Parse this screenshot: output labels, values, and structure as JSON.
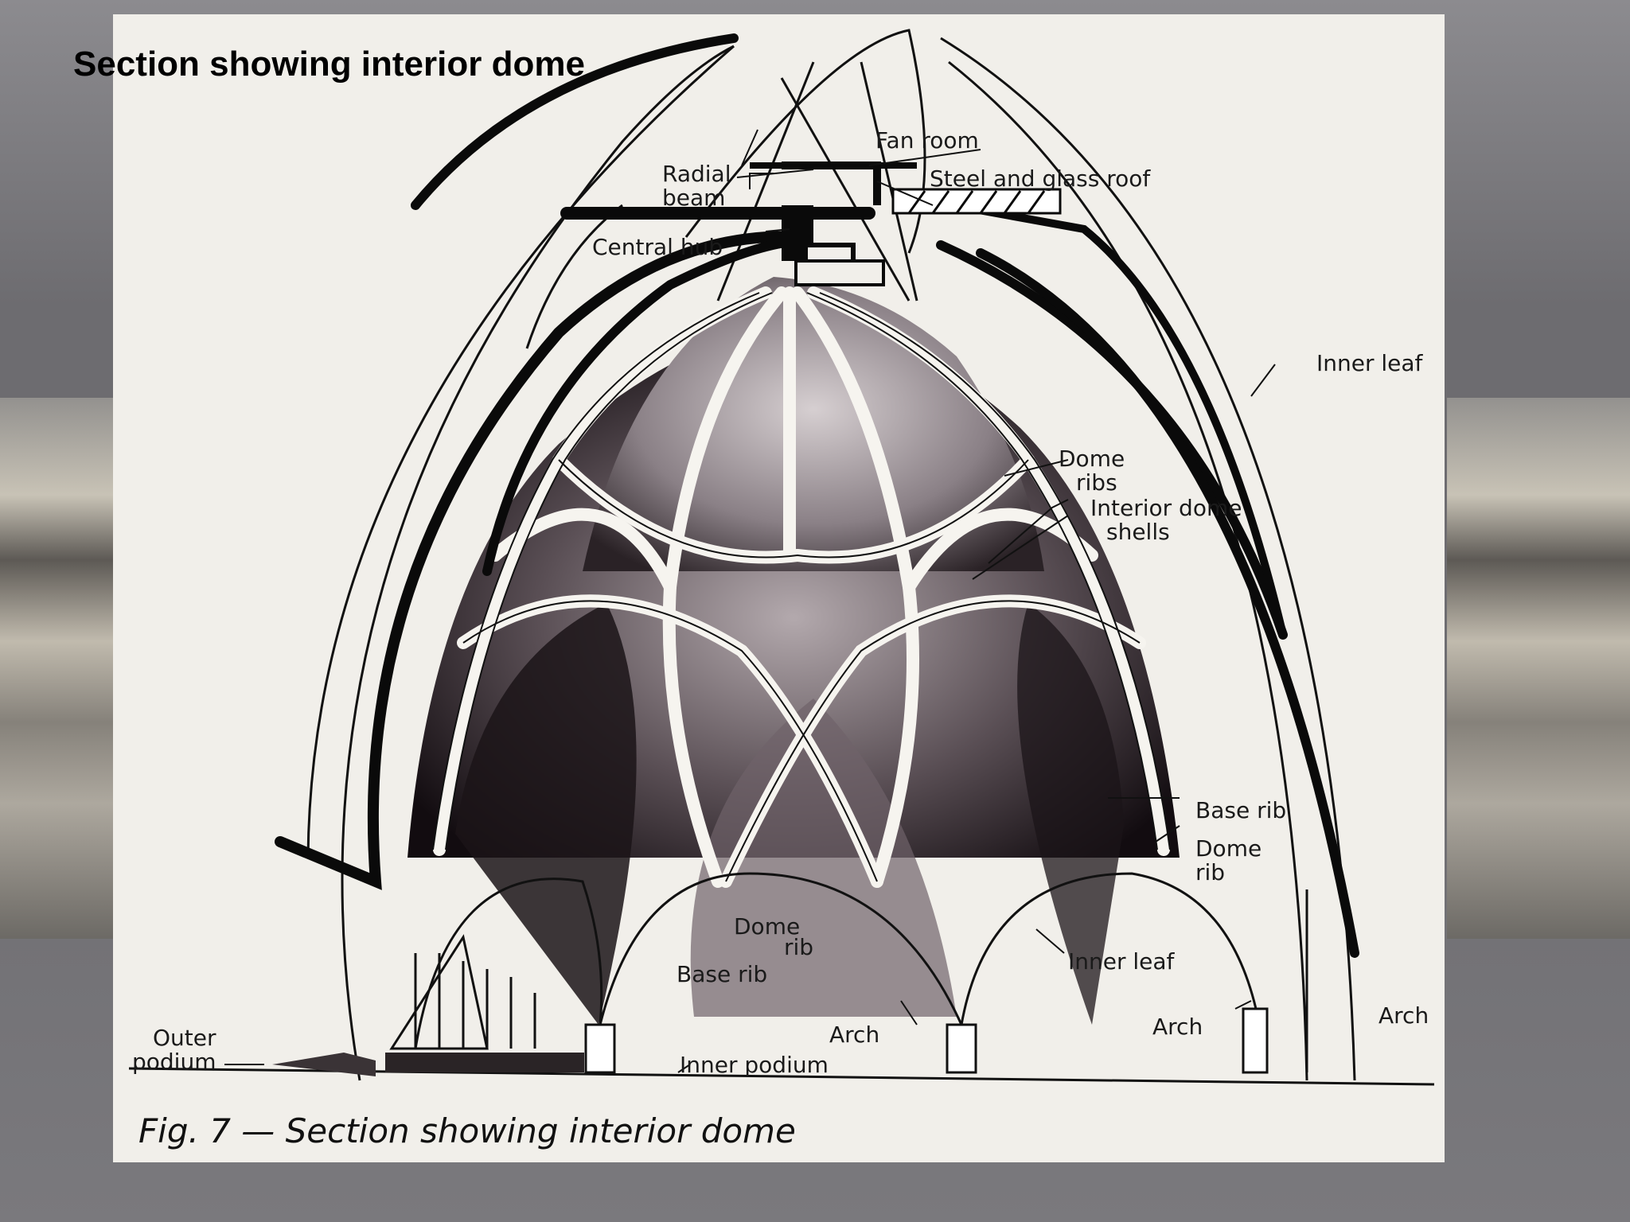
{
  "slide": {
    "title": "Section showing interior dome"
  },
  "figure": {
    "caption": "Fig. 7 — Section showing interior dome",
    "labels": {
      "fan_room": "Fan room",
      "radial_beam_1": "Radial",
      "radial_beam_2": "beam",
      "steel_glass_roof": "Steel and glass roof",
      "central_hub": "Central hub",
      "inner_leaf_top": "Inner leaf",
      "dome_ribs_1": "Dome",
      "dome_ribs_2": "ribs",
      "interior_dome_shells_1": "Interior dome",
      "interior_dome_shells_2": "shells",
      "base_rib_right": "Base rib",
      "dome_rib_right_1": "Dome",
      "dome_rib_right_2": "rib",
      "dome_rib_center_1": "Dome",
      "dome_rib_center_2": "rib",
      "base_rib_center": "Base rib",
      "inner_leaf_bottom": "Inner leaf",
      "arch_center": "Arch",
      "arch_right": "Arch",
      "arch_far_right": "Arch",
      "outer_podium_1": "Outer",
      "outer_podium_2": "podium",
      "inner_podium": "Inner podium"
    }
  }
}
